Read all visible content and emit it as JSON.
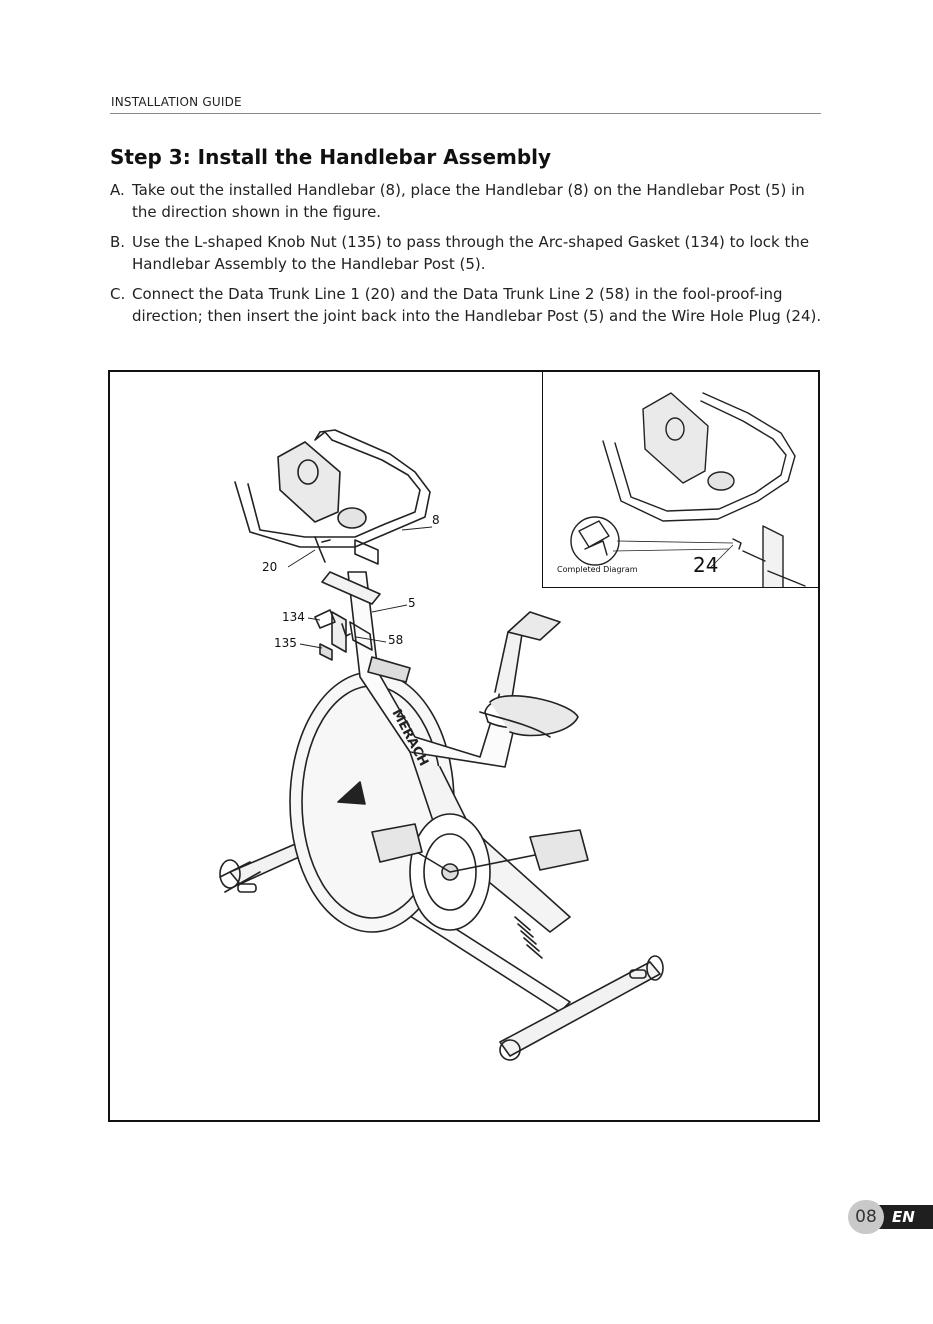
{
  "header": {
    "label": "INSTALLATION GUIDE"
  },
  "step": {
    "title": "Step 3: Install the Handlebar Assembly"
  },
  "instructions": [
    {
      "marker": "A.",
      "text": "Take out the installed Handlebar (8), place the Handlebar (8) on the Handlebar Post (5) in the direction shown in the figure."
    },
    {
      "marker": "B.",
      "text": "Use the L-shaped Knob Nut (135) to pass through the Arc-shaped Gasket (134) to lock the Handlebar Assembly to the Handlebar Post (5)."
    },
    {
      "marker": "C.",
      "text": "Connect the Data Trunk Line 1 (20) and the Data Trunk Line 2 (58) in the fool-proof-ing direction; then insert the joint back into the Handlebar Post (5) and the Wire Hole Plug (24)."
    }
  ],
  "figure": {
    "callouts": {
      "handlebar": "8",
      "data_trunk_line_1": "20",
      "handlebar_post": "5",
      "arc_gasket": "134",
      "knob_nut": "135",
      "data_trunk_line_2": "58",
      "brand": "MERACH"
    },
    "inset": {
      "caption": "Completed Diagram",
      "callout_plug": "24"
    }
  },
  "footer": {
    "page_number": "08",
    "language": "EN"
  }
}
